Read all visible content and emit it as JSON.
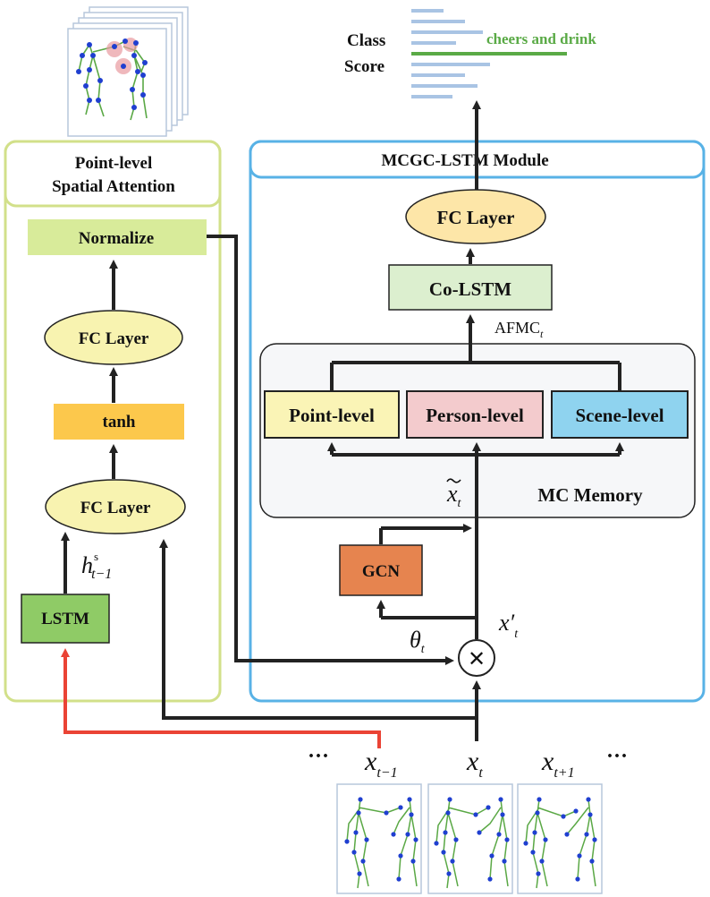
{
  "output": {
    "class_label": "Class",
    "score_label": "Score",
    "top_class": "cheers and drink",
    "top_class_color": "#5aaa46",
    "bar_color": "#a9c4e4"
  },
  "attention_module": {
    "title_line1": "Point-level",
    "title_line2": "Spatial Attention",
    "normalize": "Normalize",
    "fc_top": "FC Layer",
    "tanh": "tanh",
    "fc_bottom": "FC Layer",
    "lstm": "LSTM",
    "hidden_main": "h",
    "hidden_sup": "s",
    "hidden_sub": "t−1",
    "border_color": "#d2e08a"
  },
  "mcgc_module": {
    "title": "MCGC-LSTM Module",
    "fc": "FC Layer",
    "co_lstm": "Co-LSTM",
    "afmc_main": "AFMC",
    "afmc_sub": "t",
    "point_level": "Point-level",
    "person_level": "Person-level",
    "scene_level": "Scene-level",
    "mc_memory": "MC Memory",
    "gcn": "GCN",
    "x_tilde_main": "x",
    "x_tilde_sub": "t",
    "x_prime_main": "x′",
    "x_prime_sub": "t",
    "theta_main": "θ",
    "theta_sub": "t",
    "multiply": "✕",
    "border_color": "#58b2e6"
  },
  "inputs": {
    "ellipsis": "···",
    "x_prev_main": "x",
    "x_prev_sub": "t−1",
    "x_cur_main": "x",
    "x_cur_sub": "t",
    "x_next_main": "x",
    "x_next_sub": "t+1"
  },
  "colors": {
    "fc_fill": "#f8f3b0",
    "normalize_fill": "#d8eb9a",
    "tanh_fill": "#fcc84c",
    "lstm_fill": "#8fcb66",
    "co_lstm_fill": "#dcefcf",
    "fc_mcgc_fill": "#fde6a8",
    "point_fill": "#faf4b6",
    "person_fill": "#f3cbcd",
    "scene_fill": "#8fd3ef",
    "gcn_fill": "#e6844f",
    "red_arrow": "#ea4335"
  }
}
